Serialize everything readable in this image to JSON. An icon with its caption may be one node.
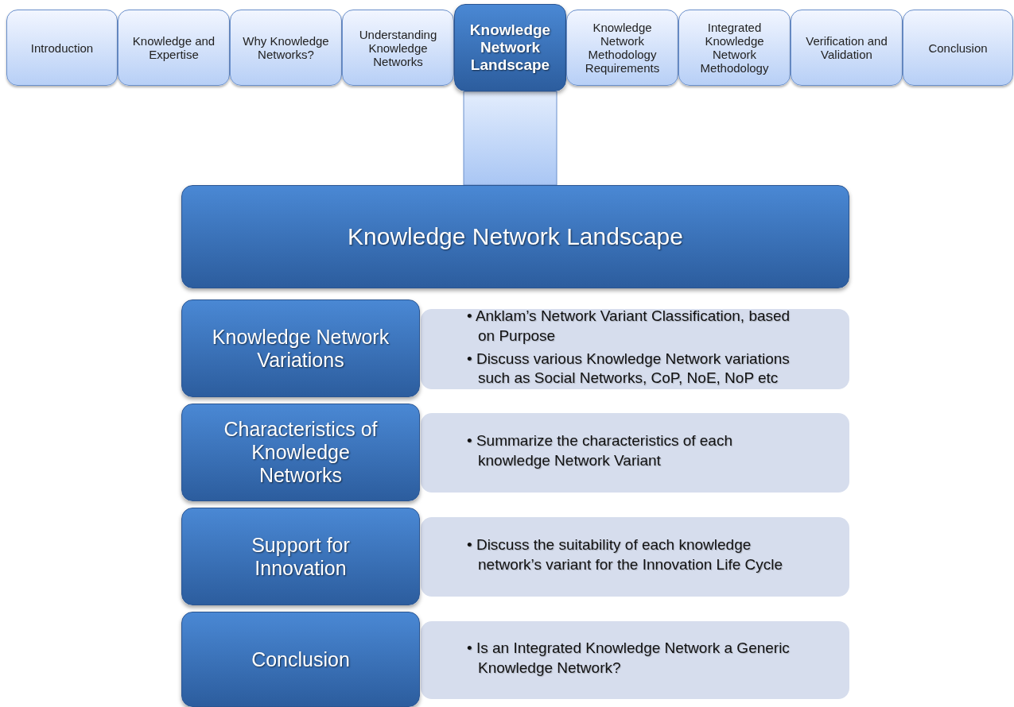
{
  "diagram": {
    "nodes": [
      {
        "text": [
          "Introduction"
        ]
      },
      {
        "text": [
          "Knowledge and Expertise"
        ]
      },
      {
        "text": [
          "Why Knowledge Networks?"
        ]
      },
      {
        "text": [
          "Understanding Knowledge Networks"
        ]
      },
      {
        "text": [
          "Knowledge Network Landscape"
        ]
      },
      {
        "text": [
          "Knowledge Network Methodology Requirements"
        ]
      },
      {
        "text": [
          "Integrated Knowledge Network Methodology"
        ]
      },
      {
        "text": [
          "Verification and Validation"
        ]
      },
      {
        "text": [
          "Conclusion"
        ]
      },
      {
        "text": [
          "Knowledge Network Landscape"
        ]
      },
      {
        "text": [
          "Knowledge Network Variations"
        ]
      },
      {
        "text": [
          "• Anklam’s Network Variant Classification, based on Purpose",
          "• Discuss various Knowledge Network variations such as Social Networks, CoP, NoE, NoP etc"
        ]
      },
      {
        "text": [
          "Characteristics of Knowledge Networks"
        ]
      },
      {
        "text": [
          "• Summarize the characteristics of each knowledge Network Variant"
        ]
      },
      {
        "text": [
          "Support for Innovation"
        ]
      },
      {
        "text": [
          "• Discuss the suitability of each knowledge network’s variant for the Innovation Life Cycle"
        ]
      },
      {
        "text": [
          "Conclusion"
        ]
      },
      {
        "text": [
          "• Is an Integrated Knowledge Network a Generic Knowledge Network?"
        ]
      }
    ],
    "edges": [
      {
        "from": 4,
        "to": 9,
        "arrow": "none"
      }
    ]
  }
}
